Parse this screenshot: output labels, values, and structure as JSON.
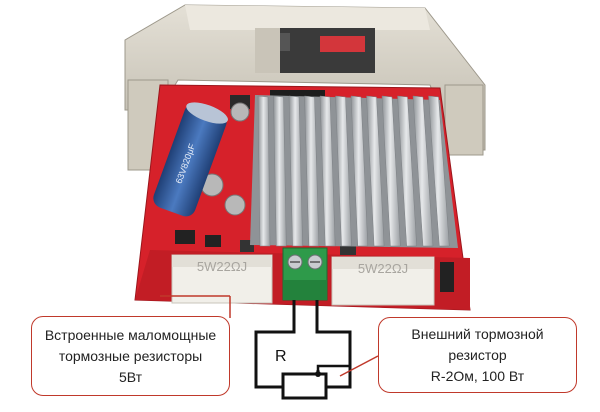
{
  "board": {
    "resistor_marking_left": "5W22ΩJ",
    "resistor_marking_right": "5W22ΩJ",
    "capacitor_marking": "63V820μF",
    "colors": {
      "pcb": "#d6212a",
      "heatsink": "#b9bcbf",
      "housing": "#d5d0c3",
      "terminal": "#2e9a4a",
      "capacitor": "#2d5a9c",
      "callout_border": "#c0392b"
    }
  },
  "labels": {
    "left_callout": {
      "line1": "Встроенные маломощные",
      "line2": "тормозные резисторы",
      "line3": "5Вт"
    },
    "right_callout": {
      "line1": "Внешний тормозной",
      "line2": "резистор",
      "line3": "R-2Ом, 100 Вт"
    },
    "resistor_symbol": "R"
  }
}
